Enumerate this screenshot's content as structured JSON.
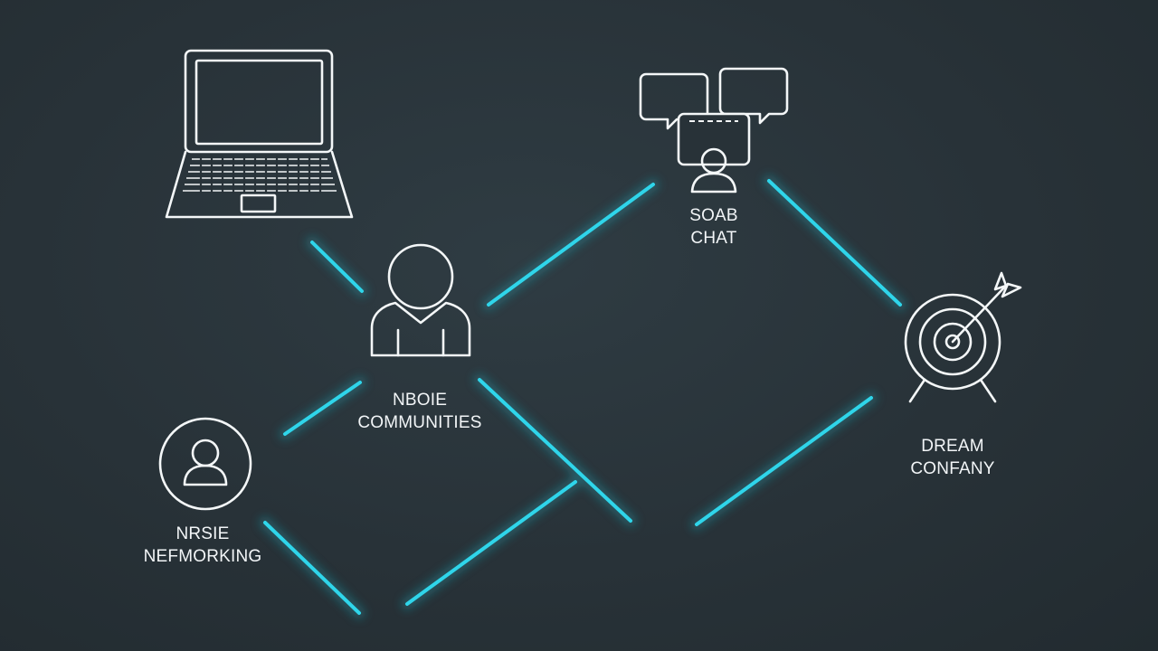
{
  "nodes": {
    "laptop": {
      "icon": "laptop-icon"
    },
    "social_chat": {
      "icon": "chat-bubbles-icon",
      "label_line1": "SOAB",
      "label_line2": "CHAT"
    },
    "communities": {
      "icon": "person-icon",
      "label_line1": "NBOIE",
      "label_line2": "COMMUNITIES"
    },
    "networking": {
      "icon": "user-circle-icon",
      "label_line1": "NRSIE",
      "label_line2": "NEFMORKING"
    },
    "dream_company": {
      "icon": "target-arrow-icon",
      "label_line1": "DREAM",
      "label_line2": "CONFANY"
    }
  },
  "colors": {
    "background": "#283238",
    "connector": "#2fd5ea",
    "icon_stroke": "#f4f7f8",
    "label_text": "#f2f5f7"
  }
}
